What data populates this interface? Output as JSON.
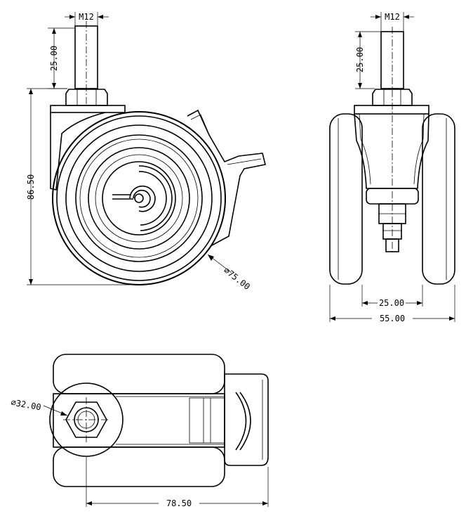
{
  "dimensions": {
    "side_thread": "M12",
    "side_stem_length": "25.00",
    "side_total_height": "86.50",
    "side_wheel_diameter": "⌀75.00",
    "front_thread": "M12",
    "front_stem_length": "25.00",
    "front_inner_width": "25.00",
    "front_total_width": "55.00",
    "top_hex_diameter": "⌀32.00",
    "top_total_length": "78.50"
  }
}
